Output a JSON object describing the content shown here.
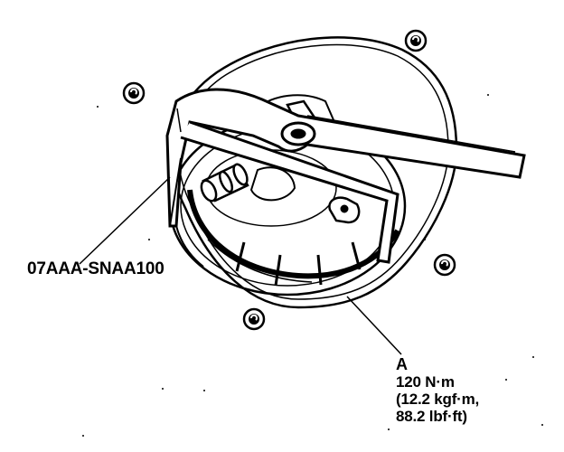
{
  "diagram": {
    "tool_label": "07AAA-SNAA100",
    "callout": {
      "letter": "A",
      "torque_nm": "120 N·m",
      "torque_kgfm": "(12.2 kgf·m,",
      "torque_lbfft": "88.2 lbf·ft)"
    },
    "ink_color": "#000000",
    "paper_color": "#ffffff"
  }
}
